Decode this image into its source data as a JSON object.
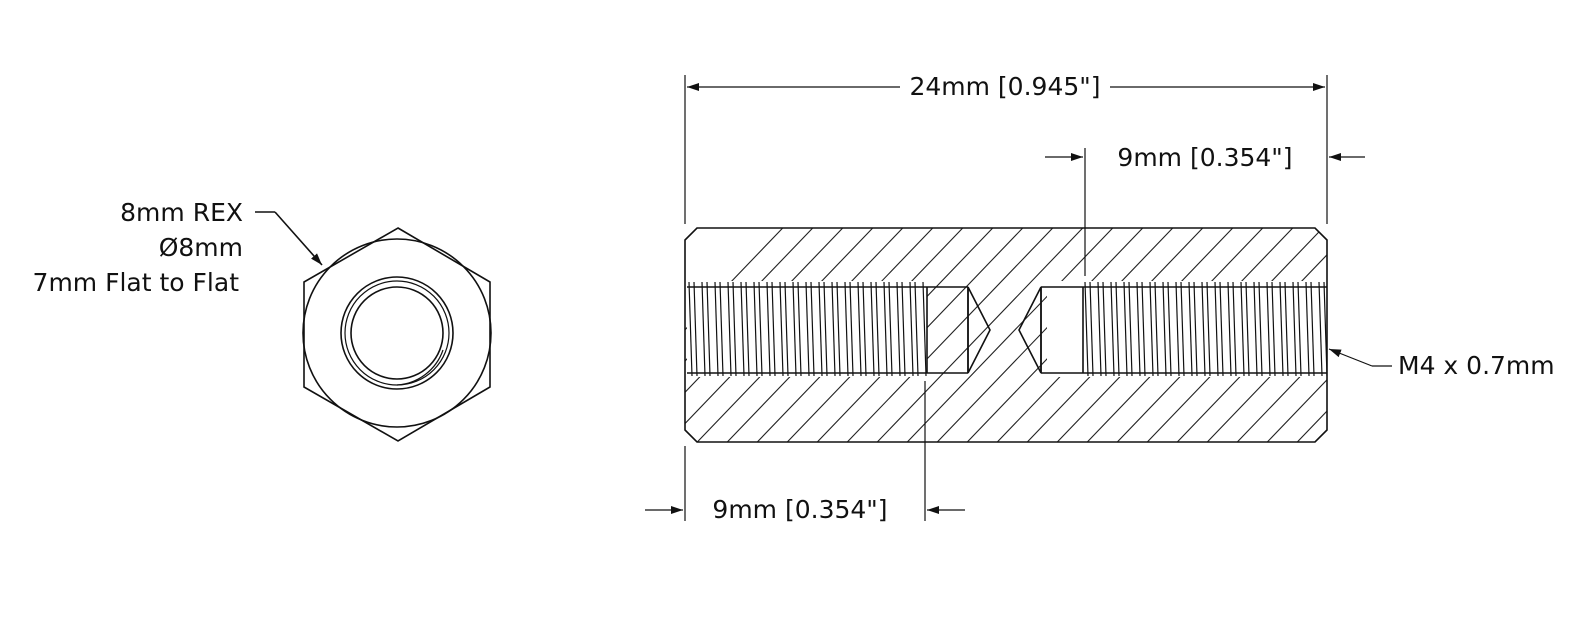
{
  "end_view": {
    "callout": {
      "line1": "8mm REX",
      "line2": "Ø8mm",
      "line3": "7mm Flat to Flat"
    }
  },
  "side_view": {
    "overall_length": "24mm [0.945\"]",
    "right_thread_depth": "9mm [0.354\"]",
    "left_thread_depth": "9mm [0.354\"]",
    "thread_spec": "M4 x 0.7mm"
  },
  "colors": {
    "line": "#111111",
    "background": "#ffffff"
  }
}
